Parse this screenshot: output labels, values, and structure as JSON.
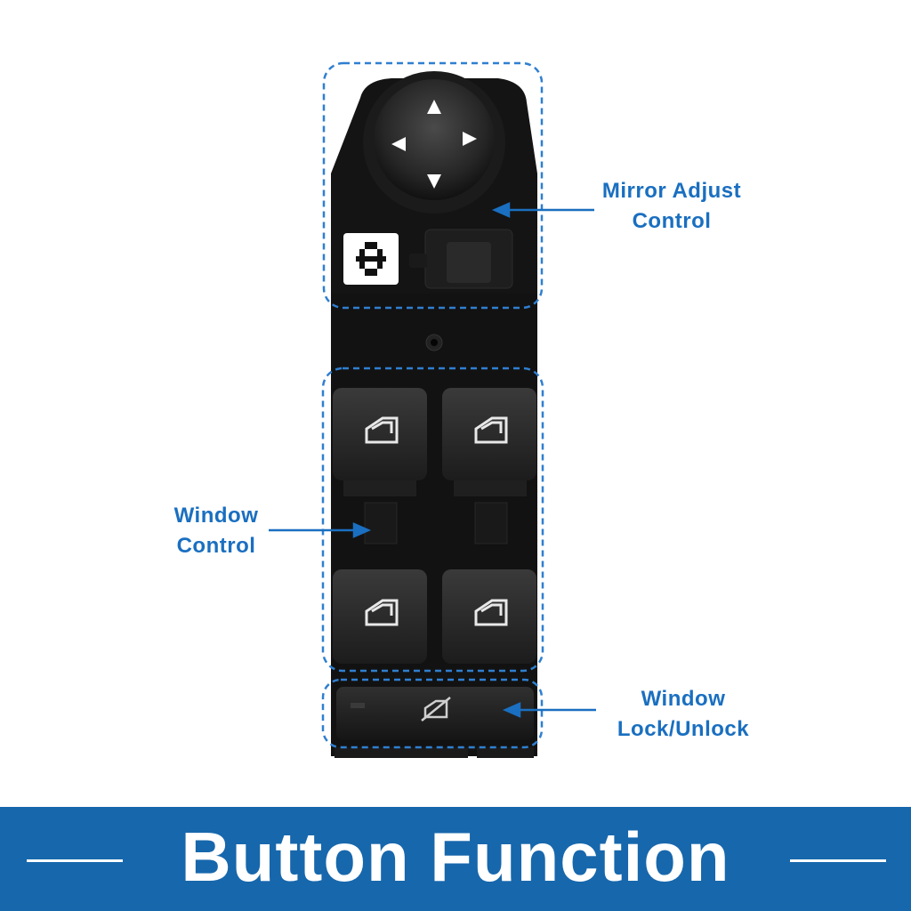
{
  "labels": {
    "mirror_line1": "Mirror Adjust",
    "mirror_line2": "Control",
    "window_line1": "Window",
    "window_line2": "Control",
    "lock_line1": "Window",
    "lock_line2": "Lock/Unlock"
  },
  "banner": {
    "title": "Button Function"
  },
  "colors": {
    "accent": "#1a6fc0",
    "banner": "#1767ac",
    "panel": "#111111"
  },
  "icons": [
    "mirror-joystick-icon",
    "mirror-select-icon",
    "window-door-icon",
    "window-lock-icon"
  ]
}
